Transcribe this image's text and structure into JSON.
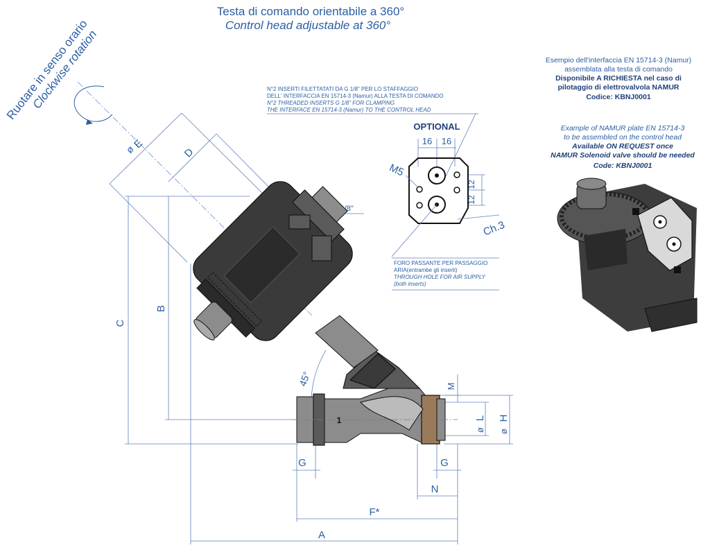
{
  "header": {
    "title_it": "Testa di comando orientabile a 360°",
    "title_en": "Control head adjustable at 360°"
  },
  "rotation": {
    "label_it": "Ruotare in senso orario",
    "label_en": "Clockwise rotation"
  },
  "inserts_note": {
    "line1": "N°2 INSERTI FILETTATATI DA G 1/8\"  PER LO STAFFAGGIO",
    "line2": "DELL' INTERFACCIA EN 15714-3 (Namur)  ALLA TESTA DI COMANDO",
    "line3": "N°2 THREADED INSERTS G 1/8\" FOR CLAMPING",
    "line4": "THE INTERFACE EN 15714-3 (Namur) TO THE CONTROL HEAD"
  },
  "optional": {
    "title": "OPTIONAL",
    "dim_a": "16",
    "dim_b": "16",
    "thread": "M5",
    "dim_c": "12",
    "dim_d": "12",
    "chamfer": "Ch.3"
  },
  "hole_note": {
    "line1": "FORO PASSANTE PER PASSAGGIO",
    "line2": "ARIA(entrambe gli inserti)",
    "line3": "THROUGH HOLE FOR AIR SUPPLY",
    "line4": "(both inserts)"
  },
  "namur_it": {
    "line1": "Esempio dell'interfaccia EN 15714-3 (Namur)",
    "line2": "assemblata alla testa di comando",
    "line3": "Disponibile A RICHIESTA nel caso di",
    "line4": "pilotaggio di elettrovalvola NAMUR",
    "line5": "Codice: KBNJ0001"
  },
  "namur_en": {
    "line1": "Example of NAMUR plate EN 15714-3",
    "line2": "to be assembled on the control head",
    "line3": "Available ON REQUEST once",
    "line4": "NAMUR Solenoid valve should be needed",
    "line5": "Code: KBNJ0001"
  },
  "dimensions": {
    "E": "E",
    "D": "D",
    "C": "C",
    "B": "B",
    "port_thread": "G 1/8\"",
    "angle": "45°",
    "M": "M",
    "L": "L",
    "H": "H",
    "G_left": "G",
    "G_right": "G",
    "N": "N",
    "F": "F*",
    "A": "A",
    "flow_marker": "1"
  },
  "colors": {
    "annotation": "#2b5ea3",
    "body": "#3a3a3a"
  }
}
